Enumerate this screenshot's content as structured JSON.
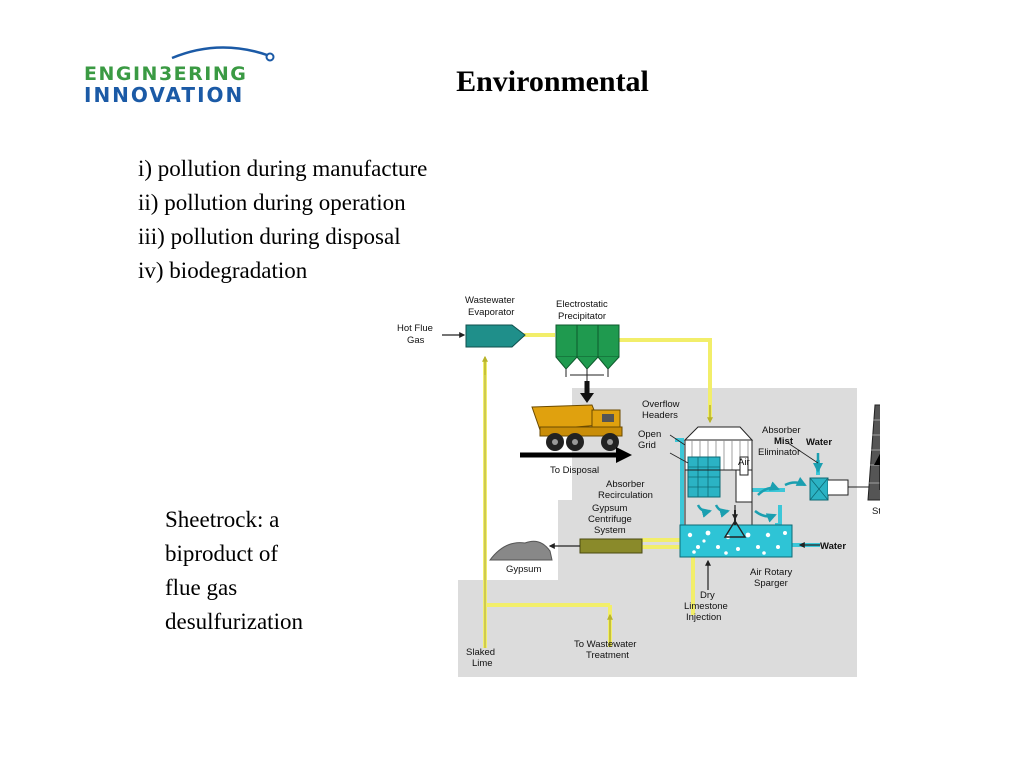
{
  "logo": {
    "line1": "ENGIN3ERING",
    "line2": "INNOVATION",
    "color_top": "#3a9a43",
    "color_bottom": "#1b5aa6"
  },
  "title": "Environmental",
  "list_items": [
    "i)  pollution during manufacture",
    "ii)  pollution during operation",
    "iii)  pollution during disposal",
    "iv)  biodegradation"
  ],
  "caption_lines": [
    "Sheetrock: a",
    "biproduct of",
    "flue gas",
    "desulfurization"
  ],
  "diagram": {
    "labels": {
      "hot_flue_gas": [
        "Hot Flue",
        "Gas"
      ],
      "wastewater_evaporator": [
        "Wastewater",
        "Evaporator"
      ],
      "electrostatic_precipitator": [
        "Electrostatic",
        "Precipitator"
      ],
      "to_disposal": "To Disposal",
      "overflow_headers": [
        "Overflow",
        "Headers"
      ],
      "open_grid": [
        "Open",
        "Grid"
      ],
      "air": "Air",
      "absorber_mist_eliminator": [
        "Absorber",
        "Mist",
        "Eliminator"
      ],
      "water_top": "Water",
      "absorber_recirculation": [
        "Absorber",
        "Recirculation"
      ],
      "gypsum_centrifuge": [
        "Gypsum",
        "Centrifuge",
        "System"
      ],
      "gypsum": "Gypsum",
      "water_right": "Water",
      "air_rotary_sparger": [
        "Air Rotary",
        "Sparger"
      ],
      "dry_limestone_injection": [
        "Dry",
        "Limestone",
        "Injection"
      ],
      "slaked_lime": [
        "Slaked",
        "Lime"
      ],
      "to_wastewater_treatment": [
        "To Wastewater",
        "Treatment"
      ],
      "stack": "Stack"
    },
    "colors": {
      "panel": "#dcdcdc",
      "evaporator": "#1f8f8a",
      "precipitator": "#1f9a4f",
      "yellow_pipe": "#f2ee6a",
      "cyan_pipe": "#3cc7d8",
      "truck": "#e0a10e",
      "centrifuge": "#8a8a2a"
    }
  }
}
